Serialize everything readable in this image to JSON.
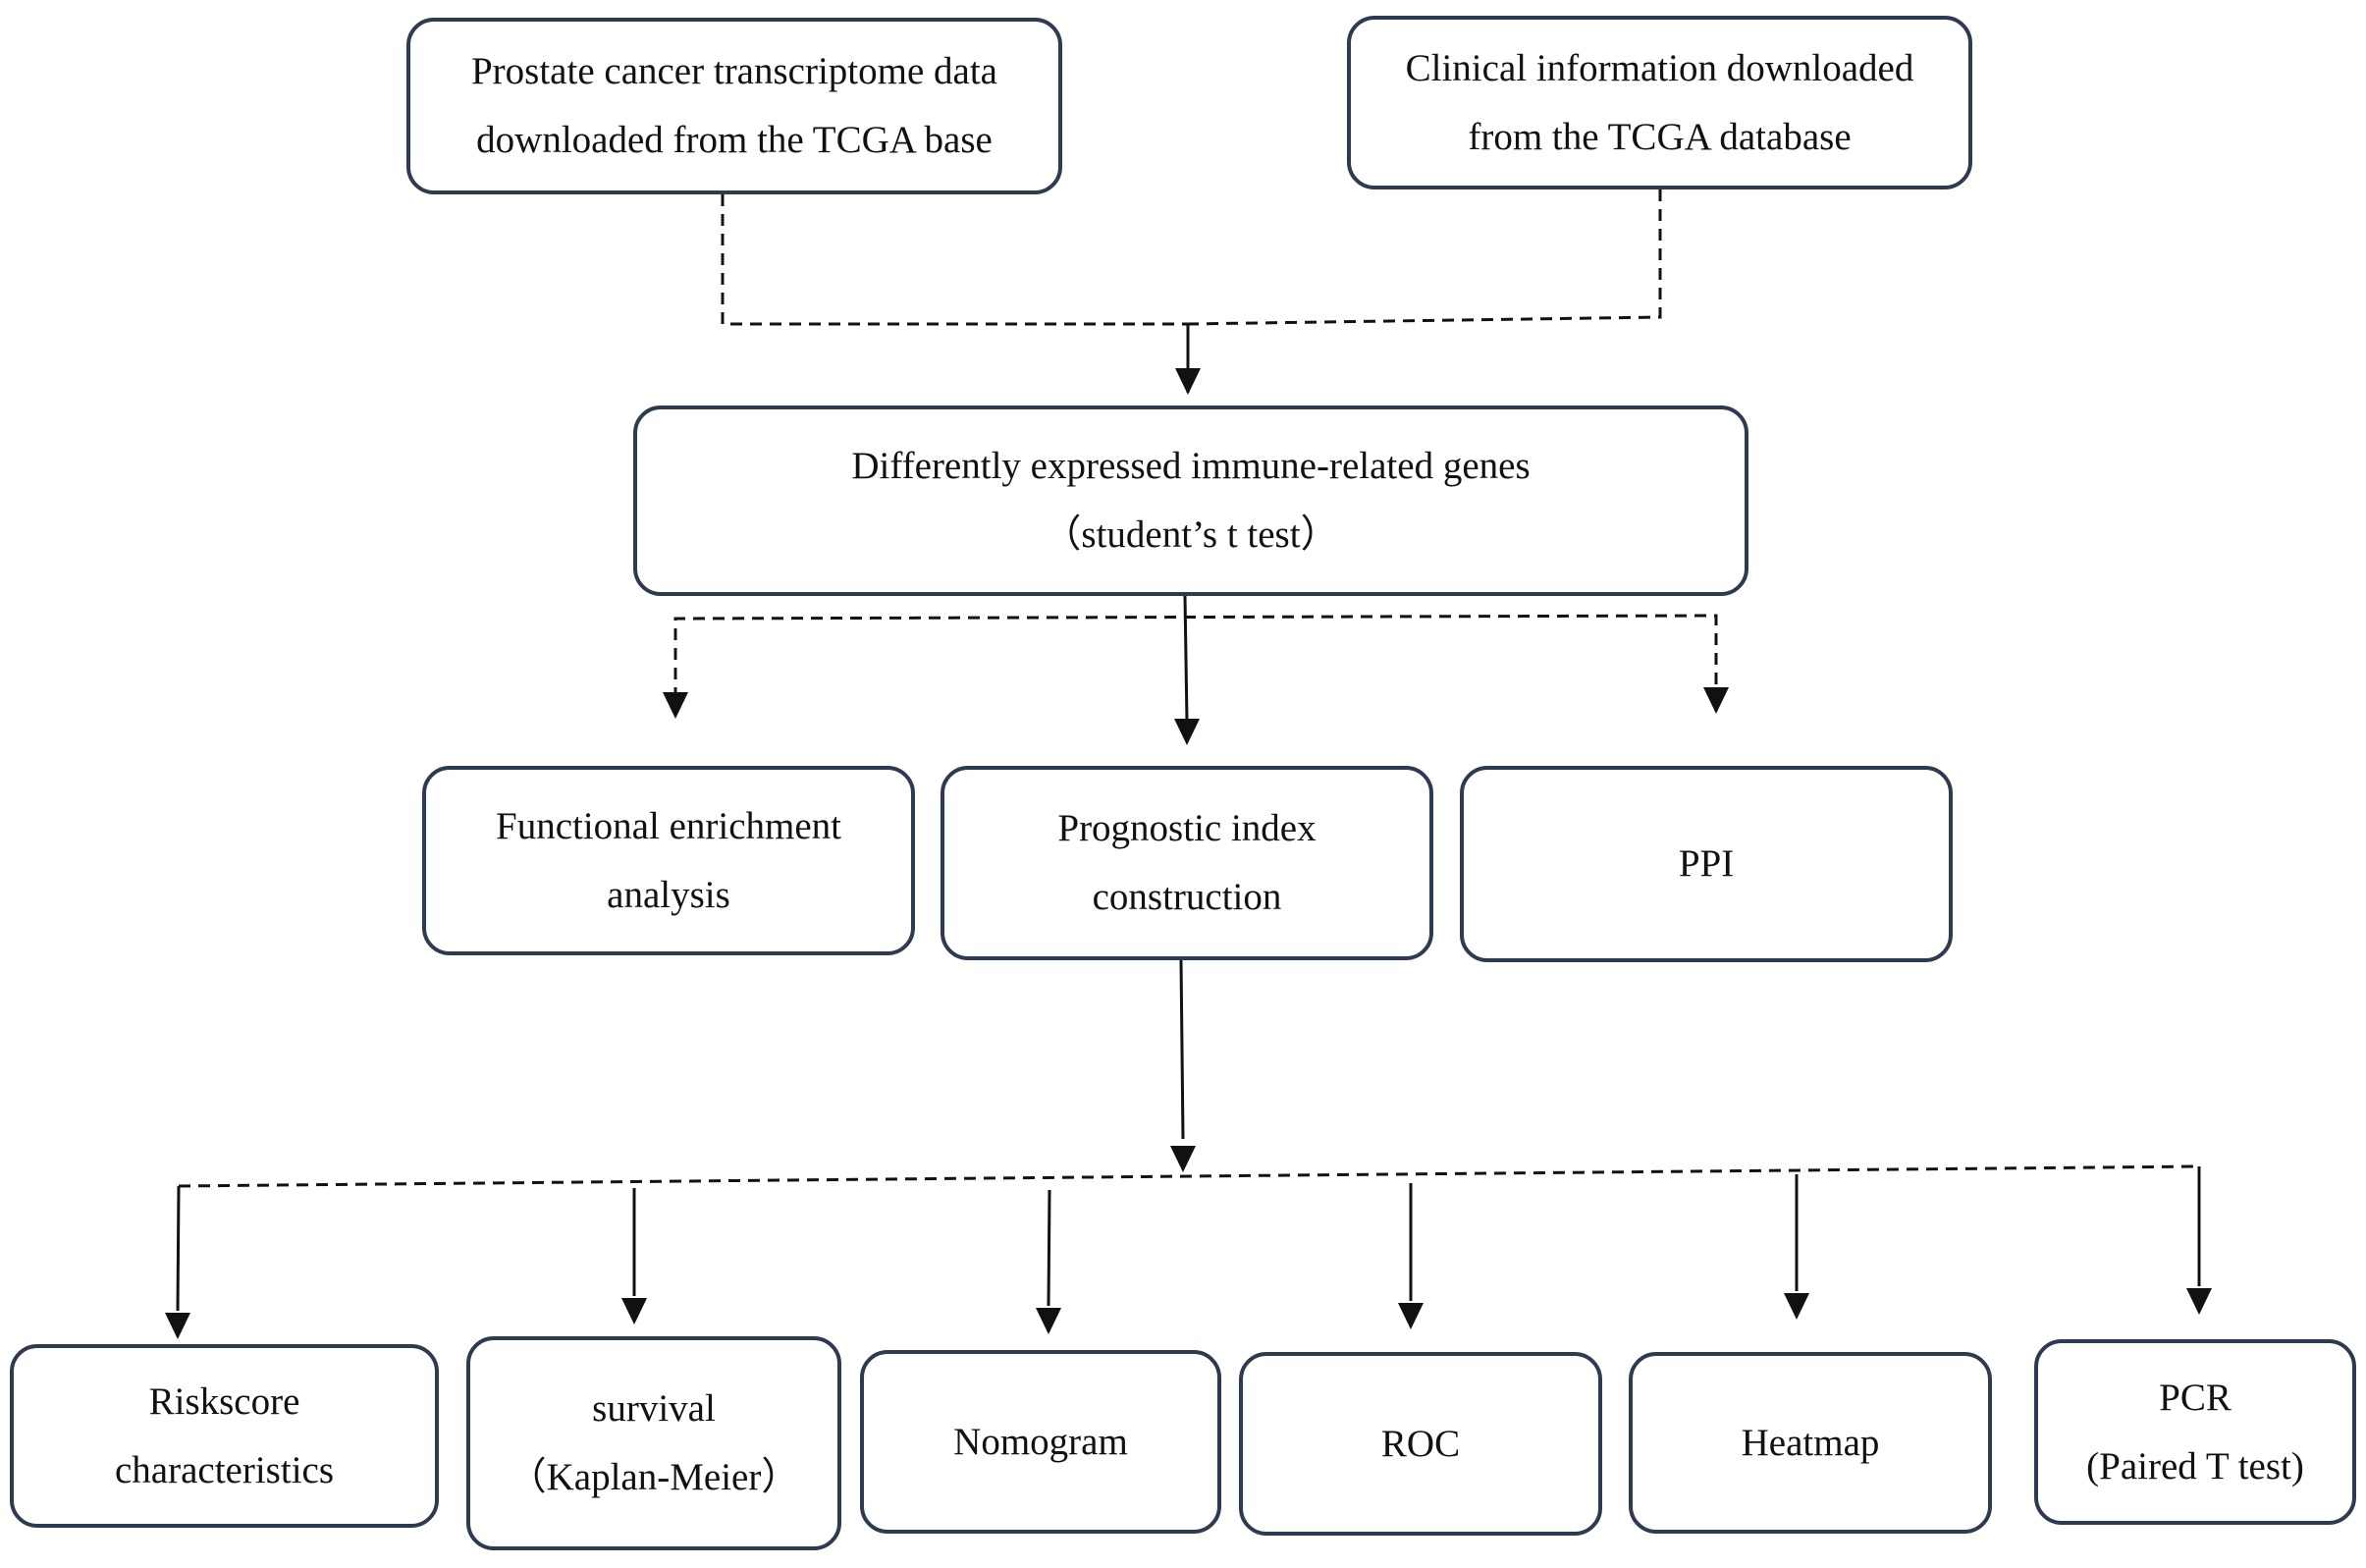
{
  "diagram": {
    "nodes": {
      "transcriptome": {
        "line1": "Prostate cancer transcriptome data",
        "line2": "downloaded from the TCGA base"
      },
      "clinical": {
        "line1": "Clinical information downloaded",
        "line2": "from the TCGA database"
      },
      "degs": {
        "line1": "Differently expressed immune-related genes",
        "line2": "（student’s t test）"
      },
      "enrichment": {
        "line1": "Functional enrichment",
        "line2": "analysis"
      },
      "prognostic": {
        "line1": "Prognostic index",
        "line2": "construction"
      },
      "ppi": {
        "line1": "PPI"
      },
      "riskscore": {
        "line1": "Riskscore",
        "line2": "characteristics"
      },
      "survival": {
        "line1": "survival",
        "line2": "（Kaplan-Meier）"
      },
      "nomogram": {
        "line1": "Nomogram"
      },
      "roc": {
        "line1": "ROC"
      },
      "heatmap": {
        "line1": "Heatmap"
      },
      "pcr": {
        "line1": "PCR",
        "line2": "(Paired T test)"
      }
    },
    "edges": [
      {
        "from": "transcriptome",
        "to": "degs",
        "style": "dashed"
      },
      {
        "from": "clinical",
        "to": "degs",
        "style": "dashed"
      },
      {
        "from": "degs",
        "to": "enrichment",
        "style": "dashed"
      },
      {
        "from": "degs",
        "to": "prognostic",
        "style": "solid"
      },
      {
        "from": "degs",
        "to": "ppi",
        "style": "dashed"
      },
      {
        "from": "prognostic",
        "to": "riskscore",
        "style": "dashed"
      },
      {
        "from": "prognostic",
        "to": "survival",
        "style": "dashed"
      },
      {
        "from": "prognostic",
        "to": "nomogram",
        "style": "dashed"
      },
      {
        "from": "prognostic",
        "to": "roc",
        "style": "dashed"
      },
      {
        "from": "prognostic",
        "to": "heatmap",
        "style": "dashed"
      },
      {
        "from": "prognostic",
        "to": "pcr",
        "style": "dashed"
      }
    ],
    "colors": {
      "box_border": "#2e3a50",
      "line": "#111111",
      "text": "#111111"
    }
  }
}
